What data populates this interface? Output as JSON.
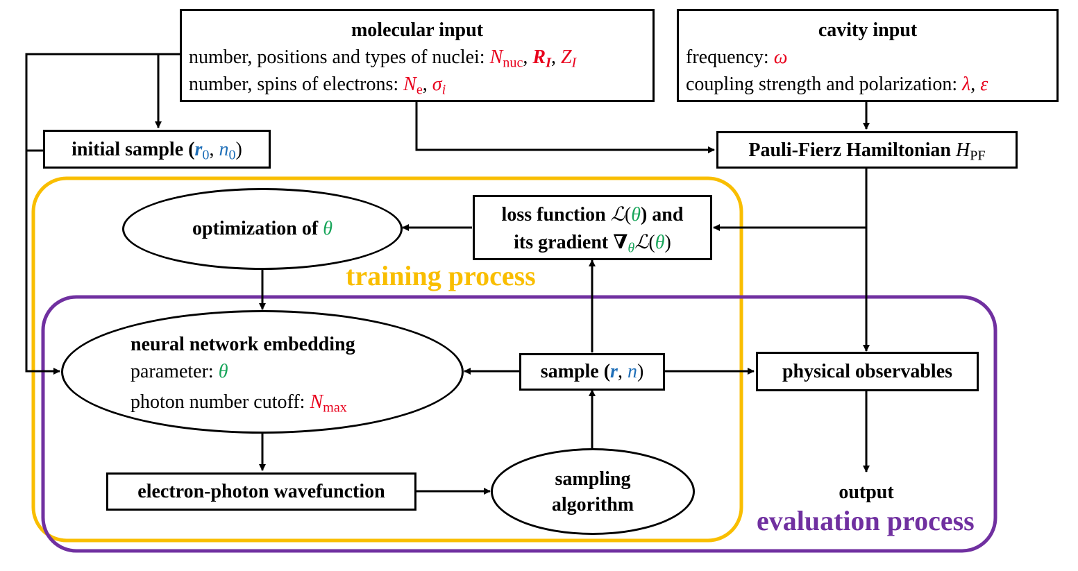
{
  "molecular_input": {
    "title": "molecular input",
    "line1_text": "number, positions and types of nuclei: ",
    "line1_sym1": "N",
    "line1_sym1_sub": "nuc",
    "line1_sep1": ", ",
    "line1_sym2": "R",
    "line1_sym2_sub": "I",
    "line1_sep2": ", ",
    "line1_sym3": "Z",
    "line1_sym3_sub": "I",
    "line2_text": "number, spins of electrons: ",
    "line2_sym1": "N",
    "line2_sym1_sub": "e",
    "line2_sep": ", ",
    "line2_sym2": "σ",
    "line2_sym2_sub": "i"
  },
  "cavity_input": {
    "title": "cavity input",
    "line1_text": "frequency: ",
    "line1_sym": "ω",
    "line2_text": "coupling strength and polarization: ",
    "line2_sym1": "λ",
    "line2_sep": ", ",
    "line2_sym2": "ε"
  },
  "initial_sample": {
    "label": "initial sample (",
    "sym1": "r",
    "sym1_sub": "0",
    "sep": ", ",
    "sym2": "n",
    "sym2_sub": "0",
    "close": ")"
  },
  "hamiltonian": {
    "label": "Pauli-Fierz Hamiltonian ",
    "sym": "H",
    "sym_sub": "PF"
  },
  "optimization": {
    "label": "optimization of ",
    "sym": "θ"
  },
  "loss_function": {
    "line1_a": "loss function ",
    "line1_L": "ℒ",
    "line1_open": "(",
    "line1_theta": "θ",
    "line1_close": ") and",
    "line2_a": "its gradient ∇",
    "line2_sub": "θ",
    "line2_L": "ℒ",
    "line2_open": "(",
    "line2_theta": "θ",
    "line2_close": ")"
  },
  "training_label": "training process",
  "evaluation_label": "evaluation process",
  "neural_network": {
    "title": "neural network embedding",
    "line1_text": "parameter: ",
    "line1_sym": "θ",
    "line2_text": "photon number cutoff: ",
    "line2_sym": "N",
    "line2_sub": "max"
  },
  "sample": {
    "label": "sample (",
    "sym1": "r",
    "sep": ", ",
    "sym2": "n",
    "close": ")"
  },
  "physical_observables": {
    "label": "physical observables"
  },
  "wavefunction": {
    "label": "electron-photon wavefunction"
  },
  "sampling_algorithm": {
    "line1": "sampling",
    "line2": "algorithm"
  },
  "output": {
    "label": "output"
  },
  "colors": {
    "training": "#f9be00",
    "evaluation": "#7030a0",
    "red_symbol": "#e8001c",
    "blue_symbol": "#1f6fb8",
    "green_symbol": "#18a55a"
  }
}
